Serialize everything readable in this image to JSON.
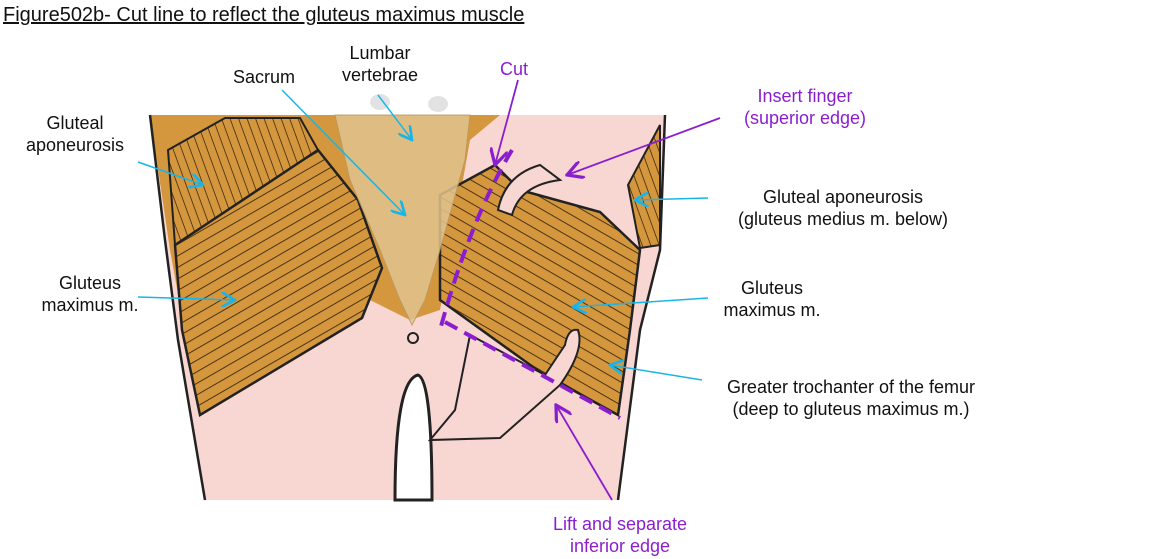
{
  "title": "Figure502b- Cut line to reflect the gluteus maximus muscle",
  "labels": {
    "lumbar_1": "Lumbar",
    "lumbar_2": "vertebrae",
    "sacrum": "Sacrum",
    "cut": "Cut",
    "insert_1": "Insert finger",
    "insert_2": "(superior edge)",
    "glut_apo_left_1": "Gluteal",
    "glut_apo_left_2": "aponeurosis",
    "glut_apo_right_1": "Gluteal aponeurosis",
    "glut_apo_right_2": "(gluteus medius m. below)",
    "glut_max_left_1": "Gluteus",
    "glut_max_left_2": "maximus m.",
    "glut_max_right_1": "Gluteus",
    "glut_max_right_2": "maximus m.",
    "trochanter_1": "Greater trochanter of the femur",
    "trochanter_2": "(deep to gluteus maximus m.)",
    "lift_1": "Lift and separate",
    "lift_2": "inferior edge"
  },
  "colors": {
    "muscle": "#d4973e",
    "skin": "#f8d6d2",
    "bone": "#e2c48e",
    "label_arrow": "#19b5e8",
    "procedure": "#8a1ecf"
  }
}
